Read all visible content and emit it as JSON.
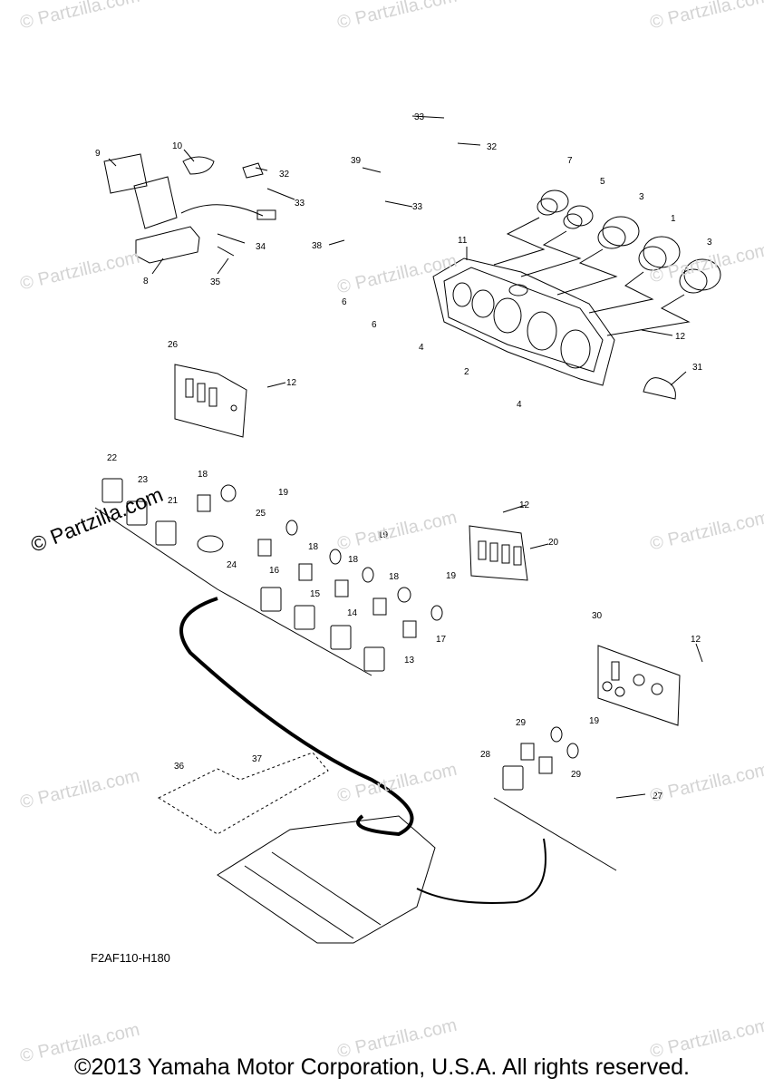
{
  "watermark": "© Partzilla.com",
  "diagram_code": "F2AF110-H180",
  "copyright": "©2013 Yamaha Motor Corporation, U.S.A. All rights reserved.",
  "callouts": [
    "33",
    "32",
    "10",
    "9",
    "32",
    "33",
    "39",
    "33",
    "7",
    "5",
    "3",
    "1",
    "3",
    "34",
    "38",
    "11",
    "8",
    "35",
    "6",
    "6",
    "12",
    "26",
    "12",
    "4",
    "2",
    "31",
    "4",
    "22",
    "23",
    "18",
    "21",
    "19",
    "25",
    "24",
    "18",
    "19",
    "18",
    "16",
    "20",
    "12",
    "15",
    "18",
    "19",
    "14",
    "17",
    "13",
    "30",
    "12",
    "29",
    "19",
    "28",
    "29",
    "27",
    "37",
    "36"
  ]
}
